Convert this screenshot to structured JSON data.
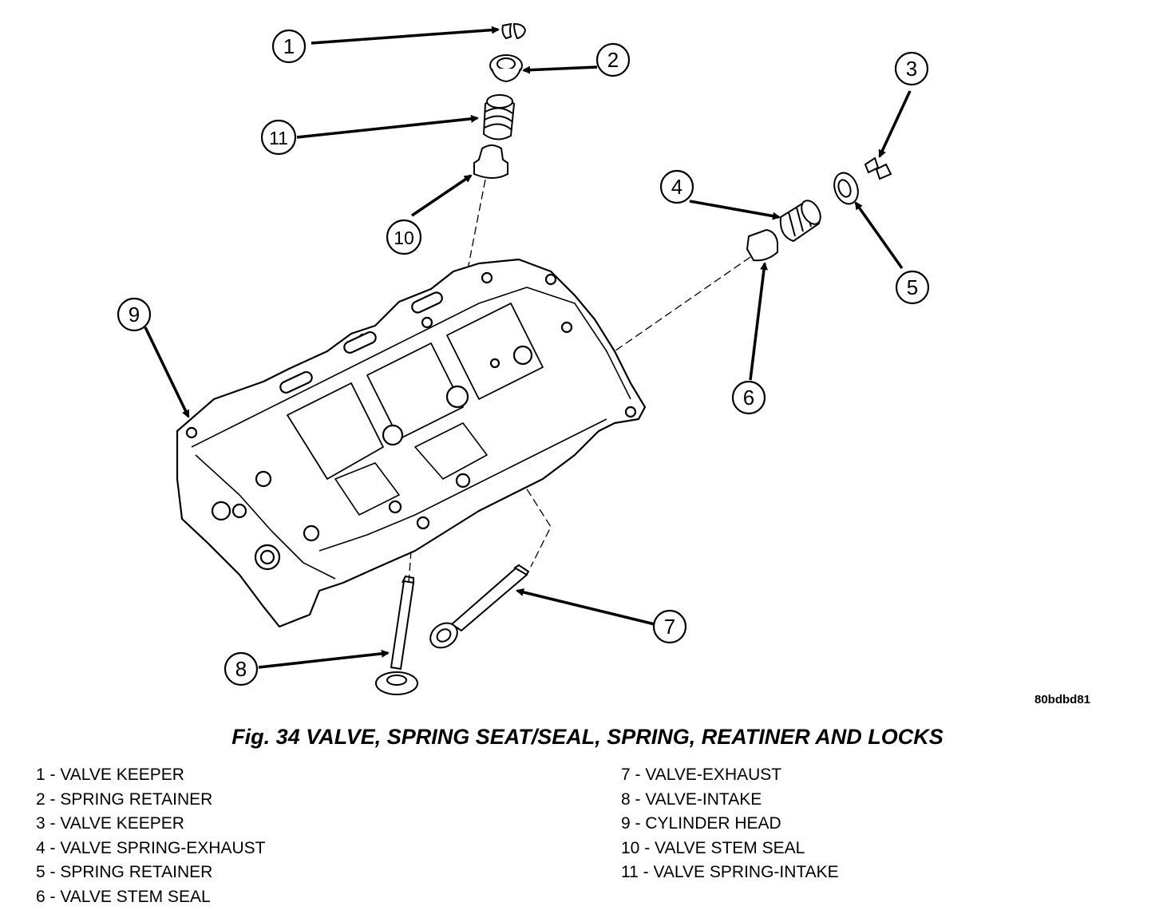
{
  "figure": {
    "code": "80bdbd81",
    "caption": "Fig. 34 VALVE, SPRING SEAT/SEAL, SPRING, REATINER AND LOCKS"
  },
  "callouts": [
    "1",
    "2",
    "3",
    "4",
    "5",
    "6",
    "7",
    "8",
    "9",
    "10",
    "11"
  ],
  "legend": {
    "left": [
      "1 - VALVE KEEPER",
      "2 - SPRING RETAINER",
      "3 - VALVE KEEPER",
      "4 - VALVE SPRING-EXHAUST",
      "5 - SPRING RETAINER",
      "6 - VALVE STEM SEAL"
    ],
    "right": [
      "7 - VALVE-EXHAUST",
      "8 - VALVE-INTAKE",
      "9 - CYLINDER HEAD",
      "10 - VALVE STEM SEAL",
      "11 - VALVE SPRING-INTAKE"
    ]
  }
}
